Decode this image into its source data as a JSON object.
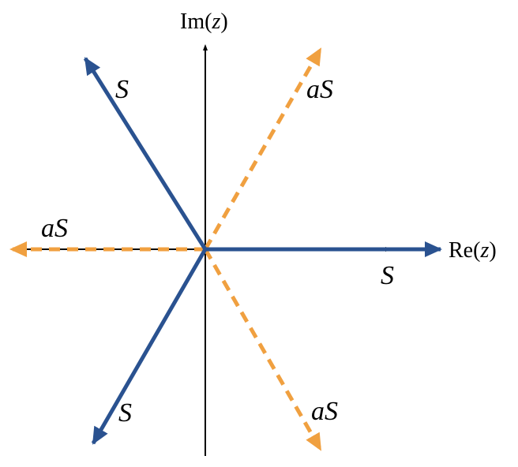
{
  "colors": {
    "S": "#2a5290",
    "aS": "#f0a040",
    "axis": "#000000"
  },
  "axes": {
    "imag_label_prefix": "Im(",
    "imag_label_var": "z",
    "imag_label_suffix": ")",
    "real_label_prefix": "Re(",
    "real_label_var": "z",
    "real_label_suffix": ")"
  },
  "vectors": {
    "S_right": {
      "label": "S",
      "angle_deg": 0
    },
    "S_upleft": {
      "label": "S",
      "angle_deg": 120
    },
    "S_downleft": {
      "label": "S",
      "angle_deg": 240
    },
    "aS_left": {
      "label_a": "a",
      "label_S": "S",
      "angle_deg": 180
    },
    "aS_upright": {
      "label_a": "a",
      "label_S": "S",
      "angle_deg": 60
    },
    "aS_downright": {
      "label_a": "a",
      "label_S": "S",
      "angle_deg": 300
    }
  }
}
